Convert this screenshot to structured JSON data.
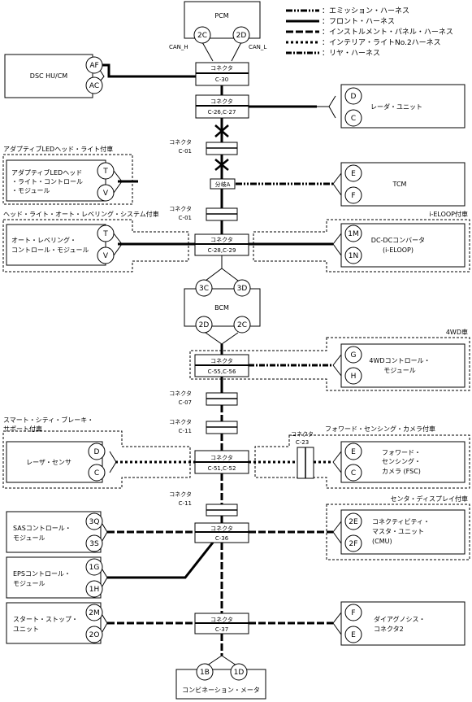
{
  "legend": [
    {
      "label": "：エミッション・ハーネス",
      "style": "emission"
    },
    {
      "label": "：フロント・ハーネス",
      "style": "front"
    },
    {
      "label": "：インストルメント・パネル・ハーネス",
      "style": "instr"
    },
    {
      "label": "：インテリア・ライトNo.2ハーネス",
      "style": "int2"
    },
    {
      "label": "：リヤ・ハーネス",
      "style": "rear"
    }
  ],
  "modules": {
    "pcm": {
      "name": "PCM",
      "pins": [
        "2C",
        "2D"
      ],
      "can_h": "CAN_H",
      "can_l": "CAN_L"
    },
    "dsc": {
      "name": "DSC HU/CM",
      "pins": [
        "AF",
        "AC"
      ]
    },
    "radar": {
      "name": "レーダ・ユニット",
      "pins": [
        "D",
        "C"
      ]
    },
    "adaptive_led": {
      "lines": [
        "アダプティブLEDヘッド",
        "・ライト・コントロール",
        "・モジュール"
      ],
      "pins": [
        "T",
        "V"
      ]
    },
    "tcm": {
      "name": "TCM",
      "pins": [
        "E",
        "F"
      ]
    },
    "leveling": {
      "lines": [
        "オート・レベリング・",
        "コントロール・モジュール"
      ],
      "pins": [
        "T",
        "V"
      ]
    },
    "dcdc": {
      "lines": [
        "DC-DCコンバータ",
        "(i-ELOOP)"
      ],
      "pins": [
        "1M",
        "1N"
      ]
    },
    "bcm": {
      "name": "BCM",
      "pins": [
        "3C",
        "3D",
        "2D",
        "2C"
      ]
    },
    "fourwd": {
      "lines": [
        "4WDコントロール・",
        "モジュール"
      ],
      "pins": [
        "G",
        "H"
      ]
    },
    "laser": {
      "name": "レーザ・センサ",
      "pins": [
        "D",
        "C"
      ]
    },
    "fsc": {
      "lines": [
        "フォワード・",
        "センシング・",
        "カメラ (FSC)"
      ],
      "pins": [
        "E",
        "C"
      ]
    },
    "sas": {
      "lines": [
        "SASコントロール・",
        "モジュール"
      ],
      "pins": [
        "3Q",
        "3S"
      ]
    },
    "cmu": {
      "lines": [
        "コネクティビティ・",
        "マスタ・ユニット",
        "(CMU)"
      ],
      "pins": [
        "2E",
        "2F"
      ]
    },
    "eps": {
      "lines": [
        "EPSコントロール・",
        "モジュール"
      ],
      "pins": [
        "1G",
        "1H"
      ]
    },
    "startstop": {
      "lines": [
        "スタート・ストップ・",
        "ユニット"
      ],
      "pins": [
        "2M",
        "2O"
      ]
    },
    "dlc": {
      "lines": [
        "ダイアグノシス・",
        "コネクタ2"
      ],
      "pins": [
        "F",
        "E"
      ]
    },
    "meter": {
      "name": "コンビネーション・メータ",
      "pins": [
        "1B",
        "1D"
      ]
    }
  },
  "connectors": {
    "c30": [
      "コネクタ",
      "C-30"
    ],
    "c2627": [
      "コネクタ",
      "C-26,C-27"
    ],
    "c01a": [
      "コネクタ",
      "C-01"
    ],
    "branch_a": "分岐A",
    "c01b": [
      "コネクタ",
      "C-01"
    ],
    "c2829": [
      "コネクタ",
      "C-28,C-29"
    ],
    "c5556": [
      "コネクタ",
      "C-55,C-56"
    ],
    "c07": [
      "コネクタ",
      "C-07"
    ],
    "c11a": [
      "コネクタ",
      "C-11"
    ],
    "c23": [
      "コネクタ",
      "C-23"
    ],
    "c5152": [
      "コネクタ",
      "C-51,C-52"
    ],
    "c11b": [
      "コネクタ",
      "C-11"
    ],
    "c36": [
      "コネクタ",
      "C-36"
    ],
    "c37": [
      "コネクタ",
      "C-37"
    ]
  },
  "options": {
    "adaptive_led": "アダプティブLEDヘッド・ライト付車",
    "leveling": "ヘッド・ライト・オート・レベリング・システム付車",
    "ieloop": "i-ELOOP付車",
    "fourwd": "4WD車",
    "smart_city": [
      "スマート・シティ・ブレーキ・",
      "サポート付車"
    ],
    "fsc": "フォワード・センシング・カメラ付車",
    "center_display": "センタ・ディスプレイ付車"
  }
}
